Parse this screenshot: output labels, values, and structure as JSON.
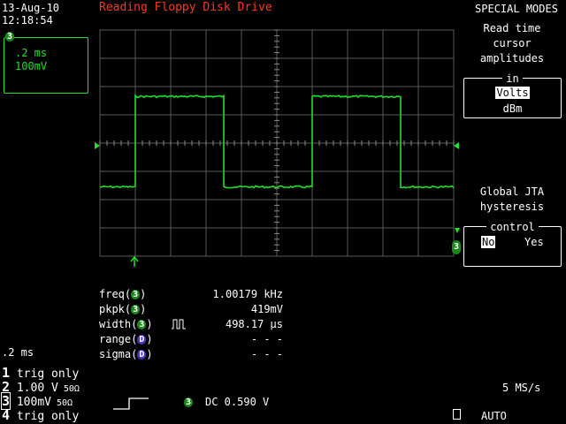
{
  "header": {
    "date": "13-Aug-10",
    "time": "12:18:54",
    "title": "Reading Floppy Disk Drive"
  },
  "channel_box": {
    "badge": "3",
    "timebase": ".2 ms",
    "volts_div": "100mV"
  },
  "menu": {
    "title": "SPECIAL MODES",
    "item1": {
      "line1": "Read time",
      "line2": "cursor",
      "line3": "amplitudes"
    },
    "group1": {
      "legend": "in",
      "opt1": "Volts",
      "opt2": "dBm"
    },
    "item2": {
      "line1": "Global JTA",
      "line2": "hysteresis"
    },
    "group2": {
      "legend": "control",
      "opt1": "No",
      "opt2": "Yes"
    }
  },
  "marker_badge": "3",
  "measurements": [
    {
      "name": "freq(",
      "badge": "3",
      "badge_color": "green",
      "close": ")",
      "icon": "",
      "value": "1.00179 kHz"
    },
    {
      "name": "pkpk(",
      "badge": "3",
      "badge_color": "green",
      "close": ")",
      "icon": "",
      "value": "419mV"
    },
    {
      "name": "width(",
      "badge": "3",
      "badge_color": "green",
      "close": ")",
      "icon": "pulse-icon",
      "value": "498.17 µs"
    },
    {
      "name": "range(",
      "badge": "D",
      "badge_color": "purple",
      "close": ")",
      "icon": "",
      "value": "- - -"
    },
    {
      "name": "sigma(",
      "badge": "D",
      "badge_color": "purple",
      "close": ")",
      "icon": "",
      "value": "- - -"
    }
  ],
  "timebase_left": ".2 ms",
  "channels": [
    {
      "num": "1",
      "text": "trig only",
      "coupling": ""
    },
    {
      "num": "2",
      "text": "1.00 V",
      "coupling": "50Ω"
    },
    {
      "num": "3",
      "text": "100mV",
      "coupling": "50Ω"
    },
    {
      "num": "4",
      "text": "trig only",
      "coupling": ""
    }
  ],
  "trigger": {
    "badge": "3",
    "text": "DC 0.590 V"
  },
  "sample_rate": "5 MS/s",
  "trigger_mode": "AUTO",
  "colors": {
    "trace": "#1fe02a",
    "grid": "#5a5a5a",
    "title": "#ff3a1a",
    "background": "#000000"
  },
  "waveform": {
    "type": "square",
    "levels": [
      "high",
      "low"
    ],
    "volts_per_div": "100mV",
    "time_per_div": ".2 ms",
    "edges_div": [
      1,
      3.5,
      6,
      8.5
    ],
    "high_div": 1.65,
    "low_div": -1.55
  }
}
